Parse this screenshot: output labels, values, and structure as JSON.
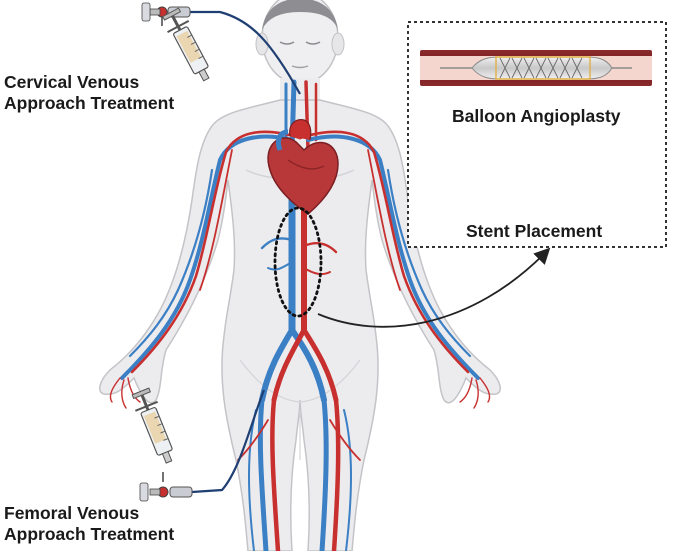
{
  "labels": {
    "cervical_line1": "Cervical Venous",
    "cervical_line2": "Approach Treatment",
    "femoral_line1": "Femoral Venous",
    "femoral_line2": "Approach Treatment",
    "balloon": "Balloon Angioplasty",
    "stent": "Stent Placement"
  },
  "colors": {
    "vein": "#3b7fc4",
    "artery": "#c8302f",
    "body_fill": "#ececee",
    "body_outline": "#c4c4c8",
    "skin": "#f0f0f2",
    "heart": "#b8383a",
    "vessel_wall": "#7a1e22",
    "vessel_lumen": "#f5d6cf",
    "catheter": "#1f3f73",
    "inset_border": "#333333",
    "arrow": "#222222"
  },
  "icons": {
    "cervical_syringe": "syringe-icon",
    "femoral_syringe": "syringe-icon",
    "balloon": "balloon-catheter-icon",
    "stent": "stent-icon",
    "heart": "heart-icon"
  }
}
